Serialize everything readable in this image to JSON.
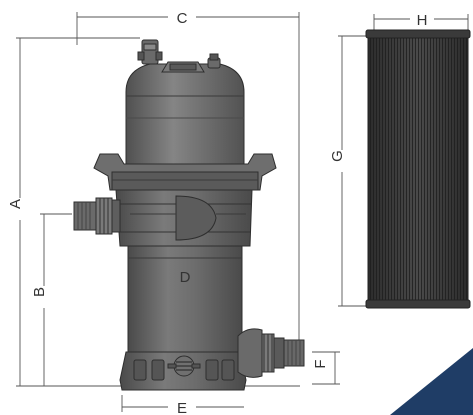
{
  "dimensions": {
    "A": "A",
    "B": "B",
    "C": "C",
    "D": "D",
    "E": "E",
    "F": "F",
    "G": "G",
    "H": "H"
  },
  "colors": {
    "body": "#6a6a6a",
    "body_dark": "#4e4e4e",
    "body_light": "#8a8a8a",
    "outline": "#2e2e2e",
    "cartridge": "#3c3c3c",
    "dimension_line": "#555555",
    "corner_accent": "#1f3d66"
  }
}
